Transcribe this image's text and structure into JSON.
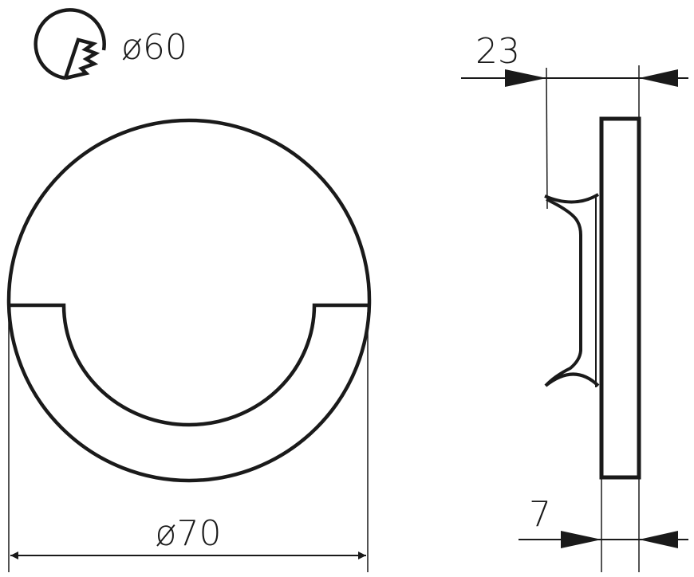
{
  "labels": {
    "cutout_diameter": "ø60",
    "outer_diameter": "ø70",
    "depth": "23",
    "plate_thickness": "7"
  },
  "colors": {
    "line": "#1a1a1a",
    "background": "#ffffff"
  },
  "icons": {
    "cutout": "hole-saw-cutout-icon"
  }
}
